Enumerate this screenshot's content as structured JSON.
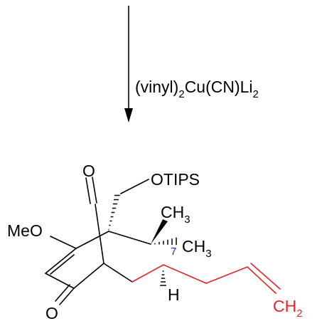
{
  "reagent": {
    "prefix": "(vinyl)",
    "sub1": "2",
    "middle": "Cu(CN)Li",
    "sub2": "2"
  },
  "labels": {
    "ketone_o_top": "O",
    "ketone_o_bottom": "O",
    "otips": "OTIPS",
    "meo": "MeO",
    "ch3_top_c": "CH",
    "ch3_top_n": "3",
    "ch3_right_c": "CH",
    "ch3_right_n": "3",
    "locant": "7",
    "hydrogen": "H",
    "ch2_c": "CH",
    "ch2_n": "2"
  },
  "colors": {
    "bond": "#000000",
    "new_bond": "#e8232b",
    "locant": "#2020c0"
  }
}
